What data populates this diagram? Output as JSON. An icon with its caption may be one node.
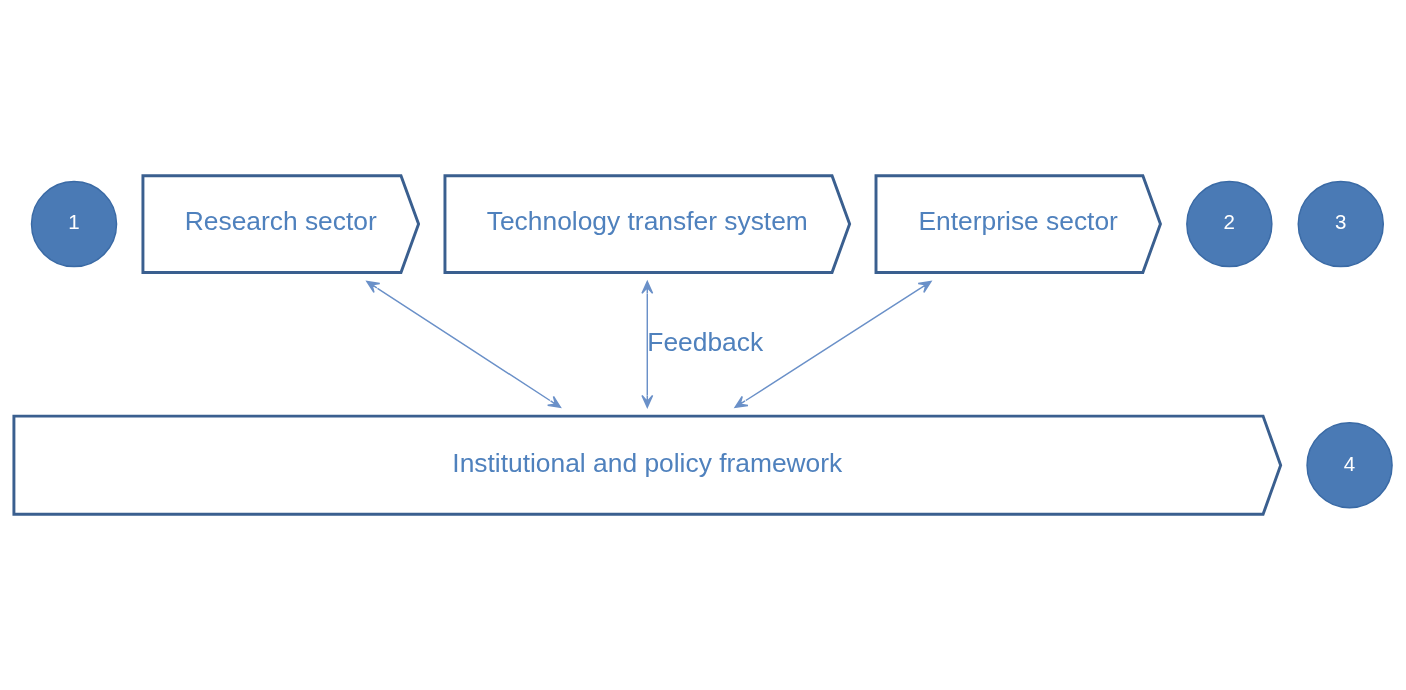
{
  "diagram": {
    "nodes": [
      {
        "text": [
          "1"
        ]
      },
      {
        "text": [
          "Research sector"
        ]
      },
      {
        "text": [
          "2"
        ]
      },
      {
        "text": [
          "Technology transfer system"
        ]
      },
      {
        "text": [
          "3"
        ]
      },
      {
        "text": [
          "Enterprise sector"
        ]
      },
      {
        "text": [
          "4"
        ]
      },
      {
        "text": [
          "Institutional and policy framework"
        ]
      }
    ],
    "edges": [
      {
        "from": 7,
        "to": 1,
        "arrow": "both"
      },
      {
        "from": 7,
        "to": 3,
        "arrow": "both",
        "label": "Feedback"
      },
      {
        "from": 7,
        "to": 5,
        "arrow": "both"
      }
    ]
  }
}
